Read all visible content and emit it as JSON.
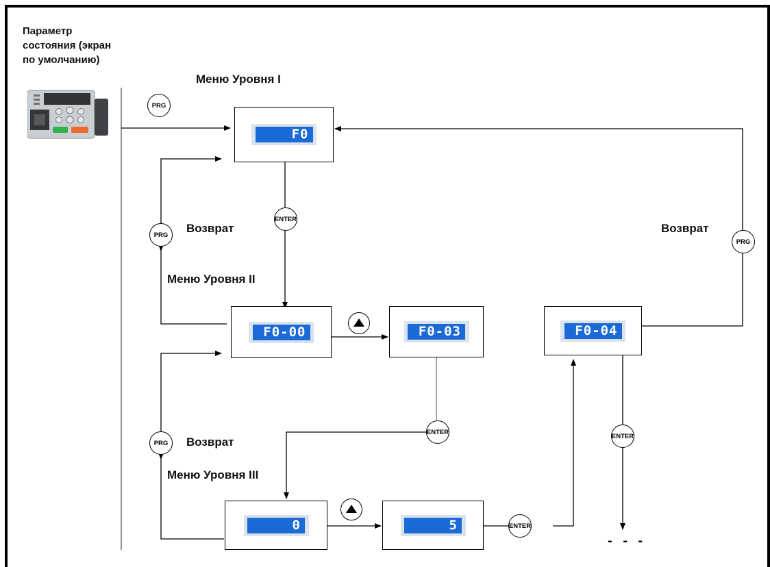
{
  "status_label": "Параметр состояния (экран по умолчанию)",
  "labels": {
    "menu_level_1": "Меню Уровня I",
    "menu_level_2": "Меню Уровня II",
    "menu_level_3": "Меню Уровня III",
    "return_right": "Возврат",
    "return_mid": "Возврат",
    "return_low": "Возврат"
  },
  "displays": {
    "level1": "F0",
    "level2_a": "F0-00",
    "level2_b": "F0-03",
    "level2_c": "F0-04",
    "level3_a": "0",
    "level3_b": "5"
  },
  "keys": {
    "prg": "PRG",
    "enter": "ENTER"
  },
  "continuation": "- - -",
  "colors": {
    "lcd": "#1b6ad6",
    "screen_bg": "#d9e3ee",
    "green_key": "#2fb34a",
    "orange_key": "#ee6a2c"
  }
}
